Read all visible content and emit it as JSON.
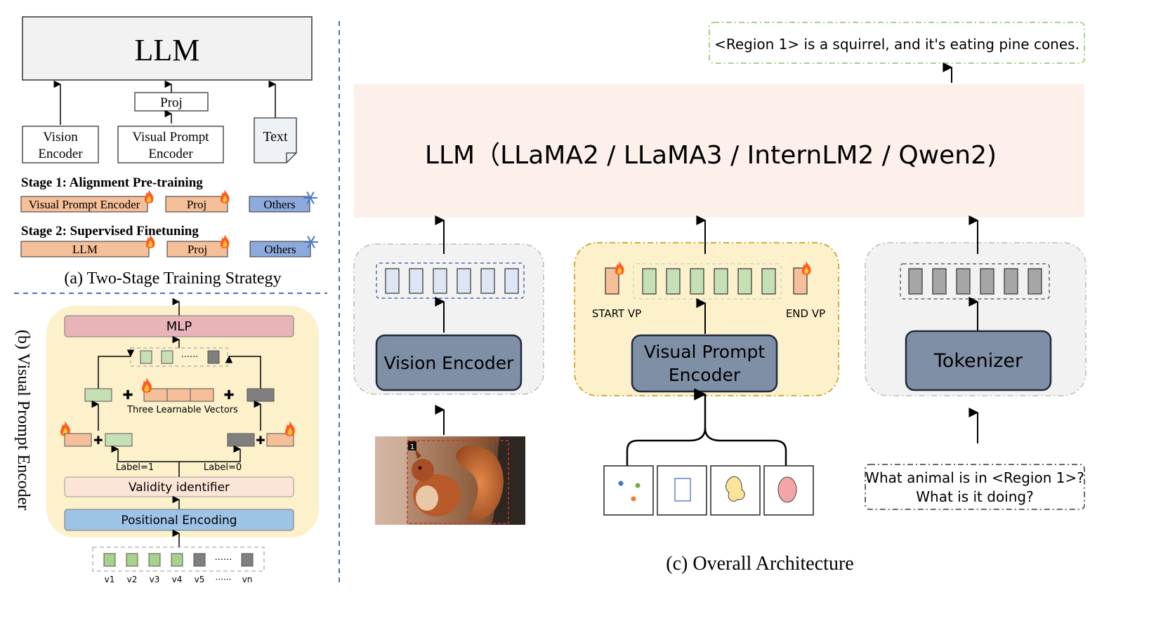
{
  "panel_a": {
    "llm": "LLM",
    "proj": "Proj",
    "vision_encoder": [
      "Vision",
      "Encoder"
    ],
    "visual_prompt_encoder": [
      "Visual Prompt",
      "Encoder"
    ],
    "text": "Text",
    "stage1": {
      "title": "Stage 1: Alignment Pre-training",
      "box1": "Visual Prompt Encoder",
      "box2": "Proj",
      "box3": "Others"
    },
    "stage2": {
      "title": "Stage 2: Supervised Finetuning",
      "box1": "LLM",
      "box2": "Proj",
      "box3": "Others"
    },
    "caption": "(a) Two-Stage Training Strategy"
  },
  "panel_b": {
    "caption": "(b) Visual Prompt Encoder",
    "mlp": "MLP",
    "dots": "······",
    "learnable": "Three Learnable Vectors",
    "label1": "Label=1",
    "label0": "Label=0",
    "validity": "Validity identifier",
    "positional": "Positional Encoding",
    "inputs": [
      "v1",
      "v2",
      "v3",
      "v4",
      "v5",
      "······",
      "vn"
    ]
  },
  "panel_c": {
    "output": "<Region 1> is a squirrel, and it's eating pine cones.",
    "llm": "LLM（LLaMA2 / LLaMA3 / InternLM2 / Qwen2)",
    "vision_encoder": "Vision Encoder",
    "visual_prompt_encoder": [
      "Visual Prompt",
      "Encoder"
    ],
    "tokenizer": "Tokenizer",
    "start_vp": "START VP",
    "end_vp": "END VP",
    "region_badge": "1",
    "question": [
      "What animal is in <Region 1>?",
      "What is it doing?"
    ],
    "caption": "(c) Overall Architecture"
  },
  "colors": {
    "orange": "#f4bf99",
    "blue": "#8ea9db",
    "green": "#c5e0b4",
    "gray_token": "#a6a6a6",
    "pink": "#e8b4b8",
    "light_blue_token": "#dde6f5",
    "encoder_box": "#7f8fa6",
    "llm_bg": "#fdf0ea",
    "yellow_bg": "#fdf1cc"
  }
}
